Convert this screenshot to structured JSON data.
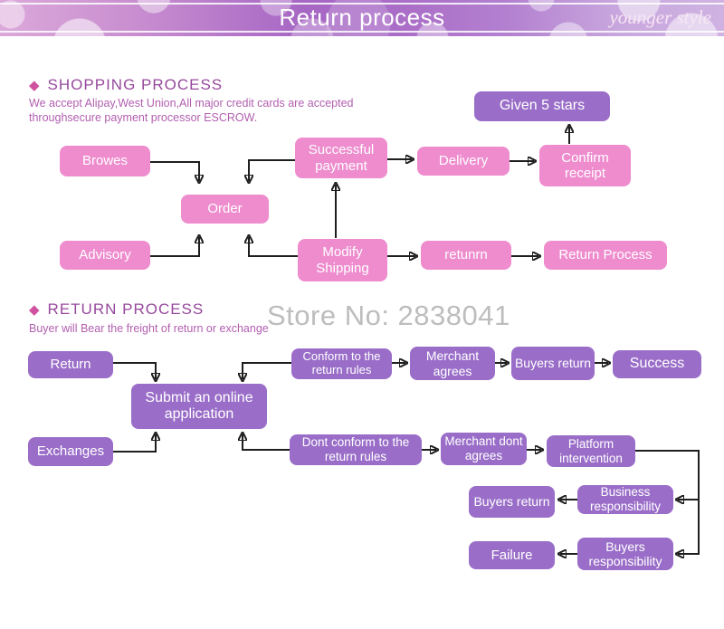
{
  "header": {
    "title": "Return process",
    "brand": "younger style"
  },
  "icons": {
    "diamond": "◆"
  },
  "sections": {
    "shopping": {
      "heading": "SHOPPING PROCESS",
      "description_line1": "We accept Alipay,West Union,All major credit cards are accepted",
      "description_line2": "throughsecure payment processor ESCROW."
    },
    "return": {
      "heading": "RETURN PROCESS",
      "description": "Buyer will Bear the freight of return or exchange"
    }
  },
  "watermark": "Store No: 2838041",
  "colors": {
    "pink_box": "#ee8cce",
    "purple_box": "#9a6ec8",
    "heading_text": "#96489c",
    "diamond_accent": "#d0519f",
    "description_text": "#b25fb0",
    "arrow": "#1e1e1e",
    "watermark_gray": "#bdbdbd"
  },
  "flow_shopping": {
    "nodes": {
      "browes": "Browes",
      "order": "Order",
      "advisory": "Advisory",
      "successful_payment": "Successful payment",
      "modify_shipping": "Modify Shipping",
      "delivery": "Delivery",
      "retunrn": "retunrn",
      "return_process": "Return Process",
      "confirm_receipt": "Confirm receipt",
      "given_5_stars": "Given 5 stars"
    },
    "edges": [
      "Browes -> Order",
      "Advisory -> Order",
      "Successful payment -> Order",
      "Modify Shipping -> Order",
      "Modify Shipping -> Successful payment",
      "Successful payment -> Delivery",
      "Delivery -> Confirm receipt",
      "Confirm receipt -> Given 5 stars",
      "Modify Shipping -> retunrn",
      "retunrn -> Return Process"
    ]
  },
  "flow_return": {
    "nodes": {
      "return": "Return",
      "exchanges": "Exchanges",
      "submit": "Submit an online application",
      "conform": "Conform to the return rules",
      "merchant_agrees": "Merchant agrees",
      "buyers_return_1": "Buyers return",
      "success": "Success",
      "dont_conform": "Dont conform to the return rules",
      "merchant_dont_agrees": "Merchant dont agrees",
      "platform_intervention": "Platform intervention",
      "business_responsibility": "Business responsibility",
      "buyers_return_2": "Buyers return",
      "failure": "Failure",
      "buyers_responsibility": "Buyers responsibility"
    },
    "edges": [
      "Return -> Submit an online application",
      "Exchanges -> Submit an online application",
      "Conform to the return rules -> Submit an online application",
      "Dont conform to the return rules -> Submit an online application",
      "Conform to the return rules -> Merchant agrees",
      "Merchant agrees -> Buyers return",
      "Buyers return -> Success",
      "Dont conform to the return rules -> Merchant dont agrees",
      "Merchant dont agrees -> Platform intervention",
      "Platform intervention -> Business responsibility",
      "Platform intervention -> Buyers responsibility",
      "Business responsibility -> Buyers return",
      "Buyers responsibility -> Failure"
    ]
  }
}
